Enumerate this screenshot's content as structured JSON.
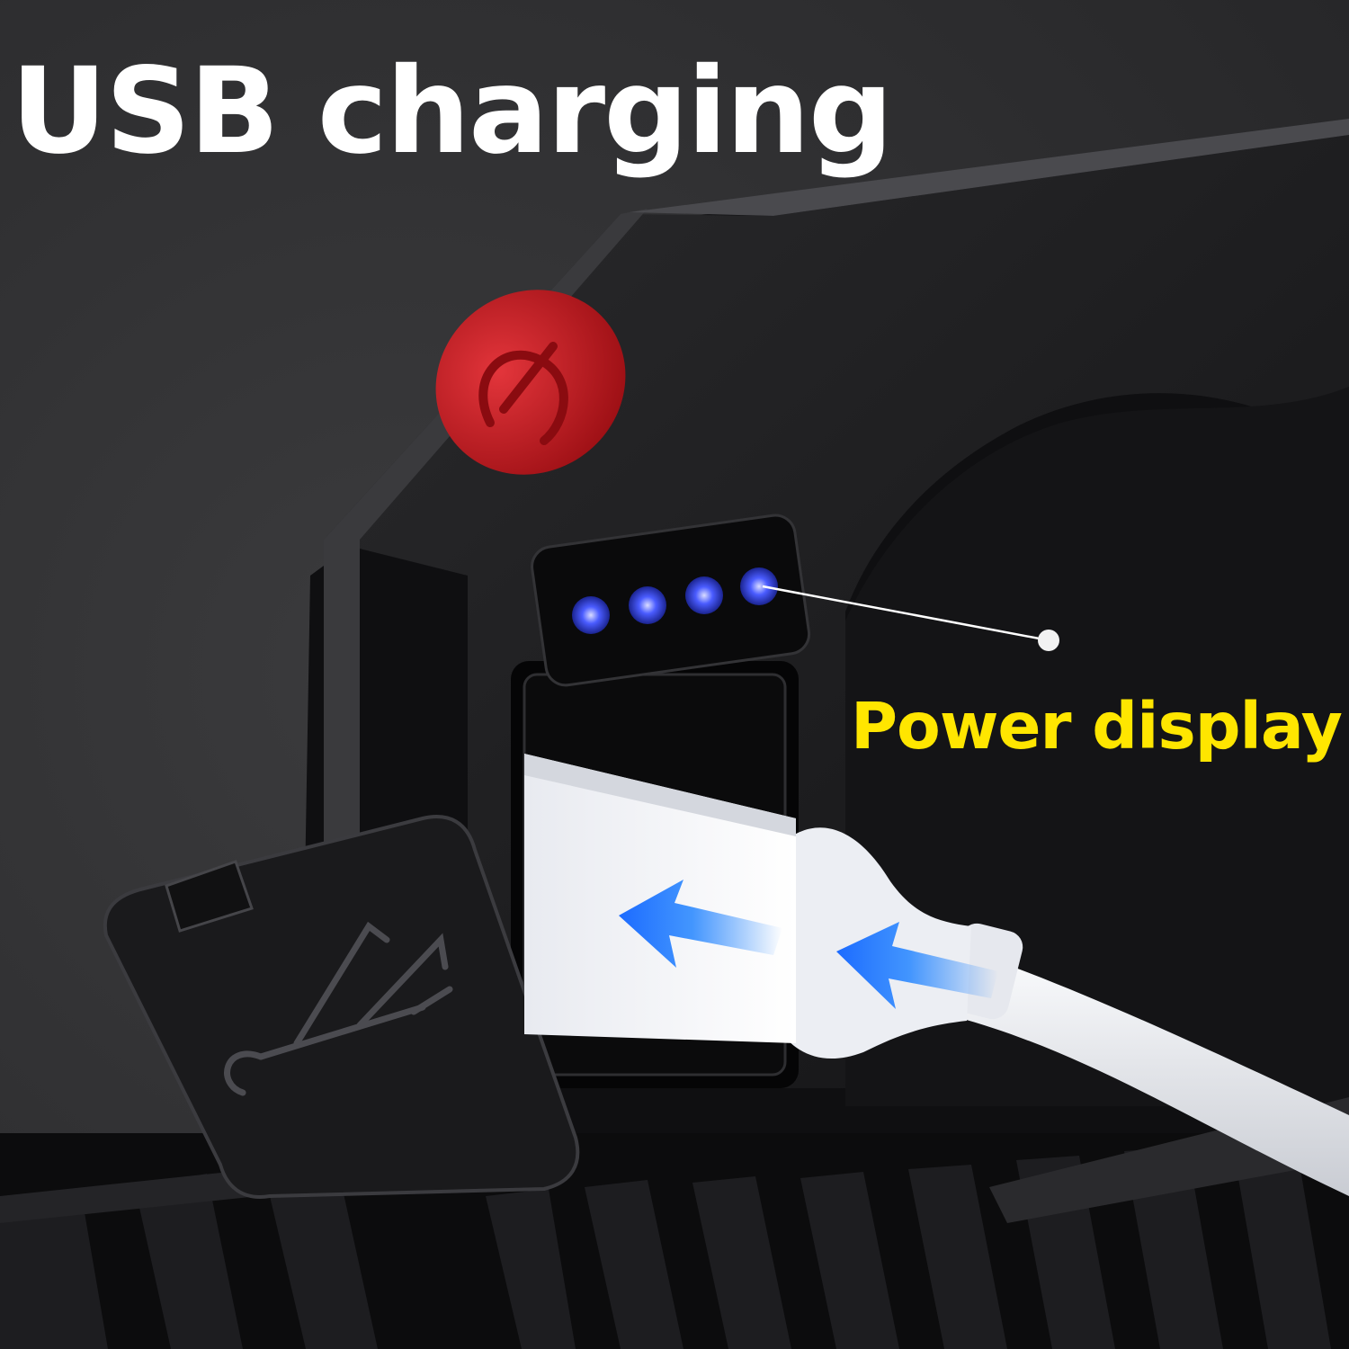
{
  "headline": "USB charging",
  "callout": "Power display",
  "battery_indicator": {
    "lit_leds": 4,
    "total_leds": 4
  },
  "colors": {
    "background": "#2f2f31",
    "callout_text": "#ffe600",
    "led": "#4a5cff",
    "power_button": "#c8161d"
  },
  "icons": [
    "power-button-icon",
    "usb-symbol-icon",
    "arrow-left-icon"
  ]
}
